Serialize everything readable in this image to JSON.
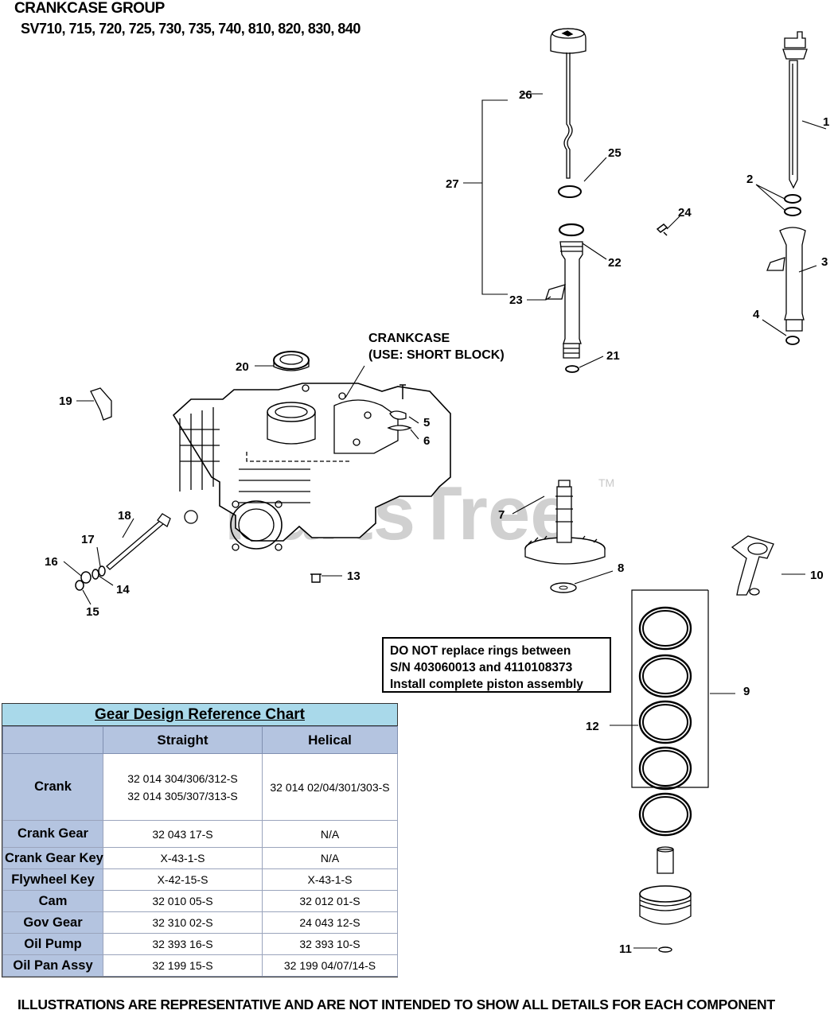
{
  "header": {
    "title": "CRANKCASE GROUP",
    "models": "SV710, 715, 720, 725, 730, 735, 740, 810, 820, 830, 840"
  },
  "crankcase_label": {
    "line1": "CRANKCASE",
    "line2": "(USE: SHORT BLOCK)"
  },
  "watermark": {
    "text": "PartsTree",
    "tm": "TM"
  },
  "callouts": {
    "c1": "1",
    "c2": "2",
    "c3": "3",
    "c4": "4",
    "c5": "5",
    "c6": "6",
    "c7": "7",
    "c8": "8",
    "c9": "9",
    "c10": "10",
    "c11": "11",
    "c12": "12",
    "c13": "13",
    "c14": "14",
    "c15": "15",
    "c16": "16",
    "c17": "17",
    "c18": "18",
    "c19": "19",
    "c20": "20",
    "c21": "21",
    "c22": "22",
    "c23": "23",
    "c24": "24",
    "c25": "25",
    "c26": "26",
    "c27": "27"
  },
  "notice": {
    "line1": "DO NOT replace rings between",
    "line2": "S/N 403060013 and 4110108373",
    "line3": "Install complete piston assembly"
  },
  "gear_chart": {
    "title": "Gear Design Reference Chart",
    "col_straight": "Straight",
    "col_helical": "Helical",
    "rows": [
      {
        "label": "Crank",
        "straight": "32 014 304/306/312-S",
        "straight2": "32 014 305/307/313-S",
        "helical": "32 014 02/04/301/303-S"
      },
      {
        "label": "Crank Gear",
        "straight": "32 043 17-S",
        "helical": "N/A"
      },
      {
        "label": "Crank Gear Key",
        "straight": "X-43-1-S",
        "helical": "N/A"
      },
      {
        "label": "Flywheel Key",
        "straight": "X-42-15-S",
        "helical": "X-43-1-S"
      },
      {
        "label": "Cam",
        "straight": "32 010 05-S",
        "helical": "32 012 01-S"
      },
      {
        "label": "Gov Gear",
        "straight": "32 310 02-S",
        "helical": "24 043 12-S"
      },
      {
        "label": "Oil Pump",
        "straight": "32 393 16-S",
        "helical": "32 393 10-S"
      },
      {
        "label": "Oil Pan Assy",
        "straight": "32 199 15-S",
        "helical": "32 199 04/07/14-S"
      }
    ]
  },
  "footer": "ILLUSTRATIONS ARE REPRESENTATIVE AND ARE NOT INTENDED TO SHOW ALL DETAILS FOR EACH COMPONENT"
}
